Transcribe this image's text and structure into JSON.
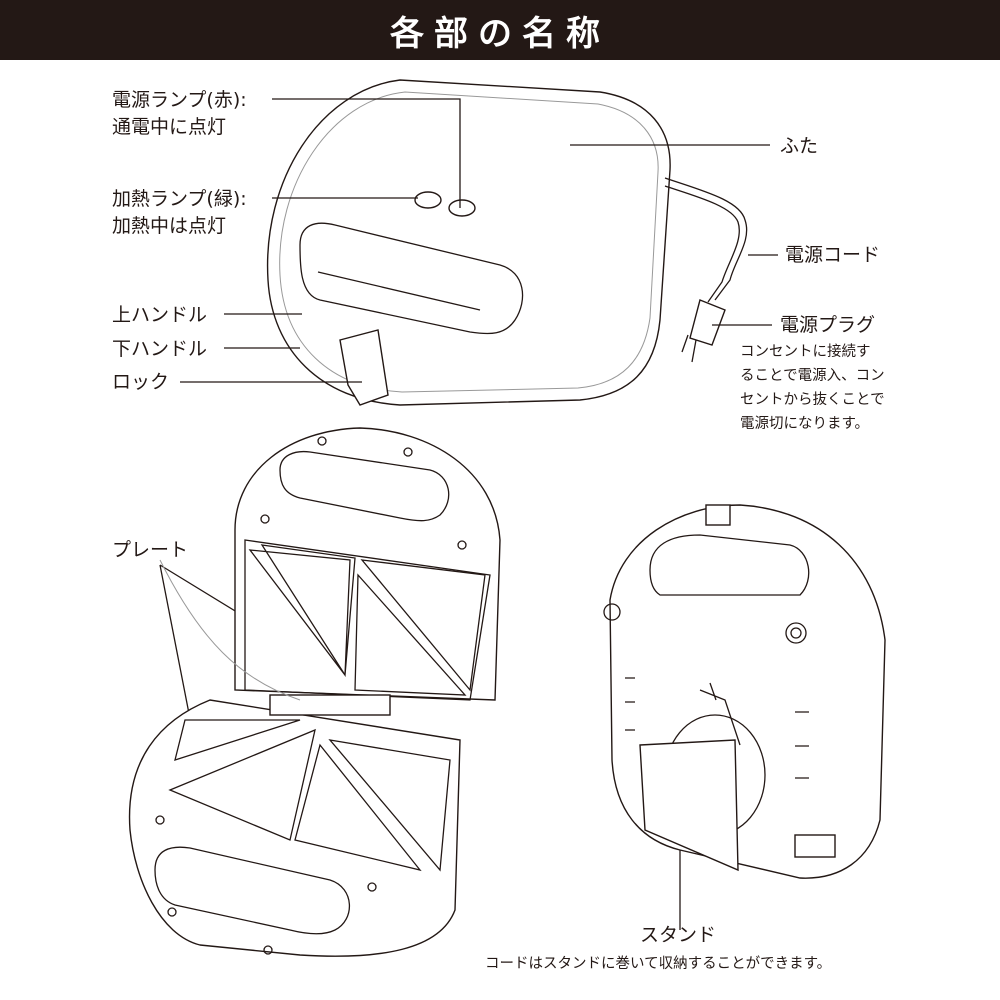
{
  "title": "各部の名称",
  "labels": {
    "power_lamp": "電源ランプ(赤):",
    "power_lamp_desc": "通電中に点灯",
    "heat_lamp": "加熱ランプ(緑):",
    "heat_lamp_desc": "加熱中は点灯",
    "upper_handle": "上ハンドル",
    "lower_handle": "下ハンドル",
    "lock": "ロック",
    "lid": "ふた",
    "power_cord": "電源コード",
    "power_plug": "電源プラグ",
    "power_plug_desc": [
      "コンセントに接続す",
      "ることで電源入、コン",
      "セントから抜くことで",
      "電源切になります。"
    ],
    "plate": "プレート",
    "stand": "スタンド",
    "stand_desc": "コードはスタンドに巻いて収納することができます。"
  }
}
